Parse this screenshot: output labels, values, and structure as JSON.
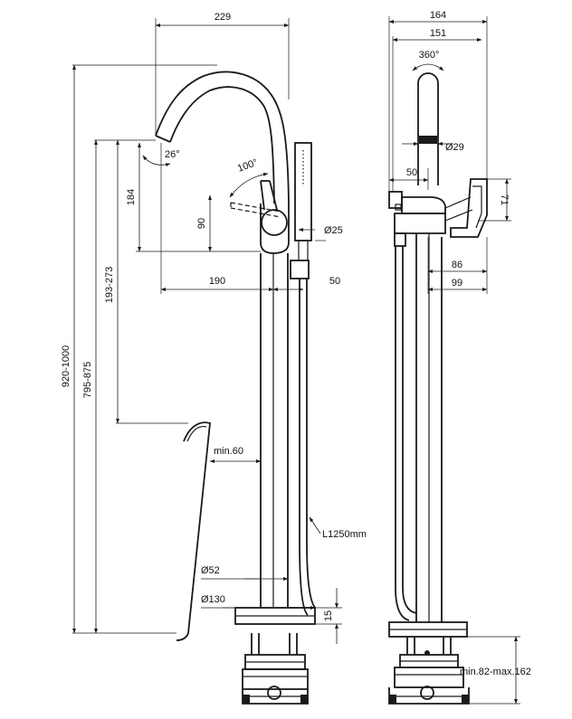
{
  "dimensions": {
    "d229": "229",
    "d26deg": "26°",
    "d100deg": "100°",
    "d184": "184",
    "d90": "90",
    "dDia25": "Ø25",
    "d190": "190",
    "d50a": "50",
    "d193_273": "193-273",
    "d920_1000": "920-1000",
    "d795_875": "795-875",
    "dmin60": "min.60",
    "dL1250": "L1250mm",
    "dDia52": "Ø52",
    "dDia130": "Ø130",
    "d15": "15",
    "d164": "164",
    "d151": "151",
    "d360deg": "360°",
    "dDia29": "Ø29",
    "d50b": "50",
    "d71": "71",
    "d86": "86",
    "d99": "99",
    "dmin82": "min.82-max.162"
  }
}
